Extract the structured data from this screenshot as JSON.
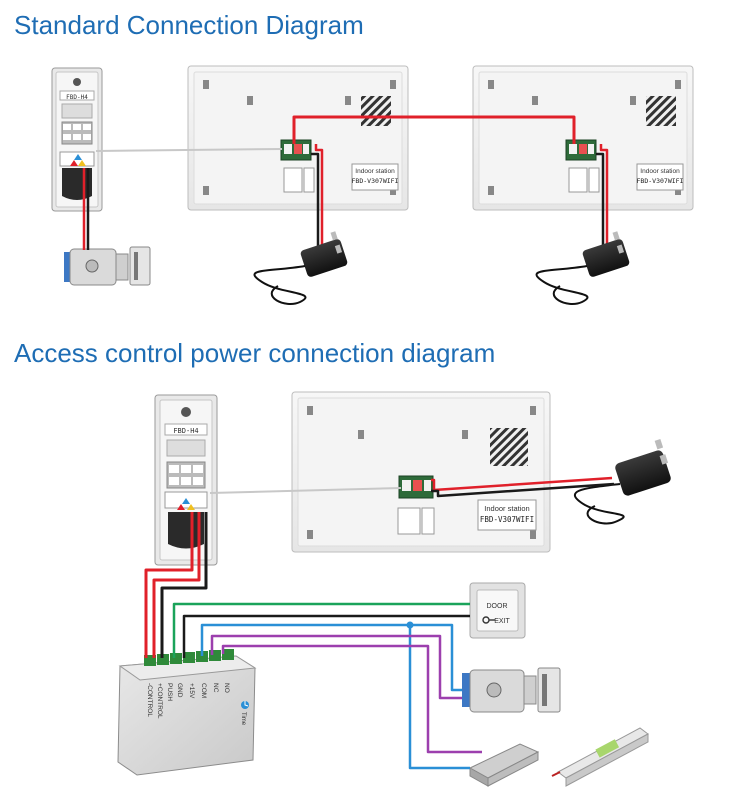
{
  "titles": {
    "standard": "Standard Connection Diagram",
    "access": "Access control power connection diagram"
  },
  "outdoor_unit": {
    "model": "FBD-H4"
  },
  "indoor_station": {
    "label": "Indoor station",
    "model": "FBD-V307WIFI"
  },
  "exit_button": {
    "line1": "DOOR",
    "line2": "EXIT"
  },
  "power_box": {
    "terminals": [
      "-CONTROL",
      "+CONTROL",
      "PUSH",
      "GND",
      "+15V",
      "COM",
      "NC",
      "NO"
    ],
    "time_label": "Time"
  },
  "colors": {
    "title": "#1e6db4",
    "red_wire": "#e0202a",
    "black_wire": "#1a1a1a",
    "green_wire": "#1aa35a",
    "blue_wire": "#2a8fd6",
    "purple_wire": "#9c3fae",
    "grey_wire": "#c8c8c8"
  }
}
